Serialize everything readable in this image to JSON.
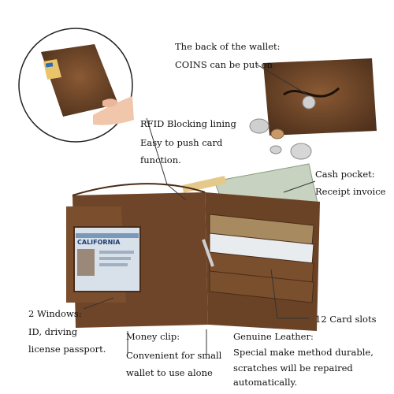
{
  "callouts": {
    "back": {
      "line1": "The back of the wallet:",
      "line2": "COINS can be put on"
    },
    "rfid": {
      "line1": "RFID Blocking lining",
      "line2": "Easy to push card",
      "line3": "function."
    },
    "cash": {
      "line1": "Cash pocket:",
      "line2": "Receipt invoice"
    },
    "windows": {
      "line1": "2 Windows:",
      "line2": "ID,  driving",
      "line3": "license passport."
    },
    "clip": {
      "line1": "Money clip:",
      "line2": "Convenient for small",
      "line3": "wallet to use alone"
    },
    "leather": {
      "line1": "Genuine Leather:",
      "line2": "Special make method durable,",
      "line3": "scratches will be repaired",
      "line4": "automatically."
    },
    "slots": {
      "line1": "12 Card slots"
    }
  },
  "card_text": {
    "state": "CALIFORNIA"
  },
  "colors": {
    "leather_dark": "#5a3a22",
    "leather_mid": "#7a4f2e",
    "leather_light": "#9a6a42",
    "callout_line": "#333333"
  }
}
